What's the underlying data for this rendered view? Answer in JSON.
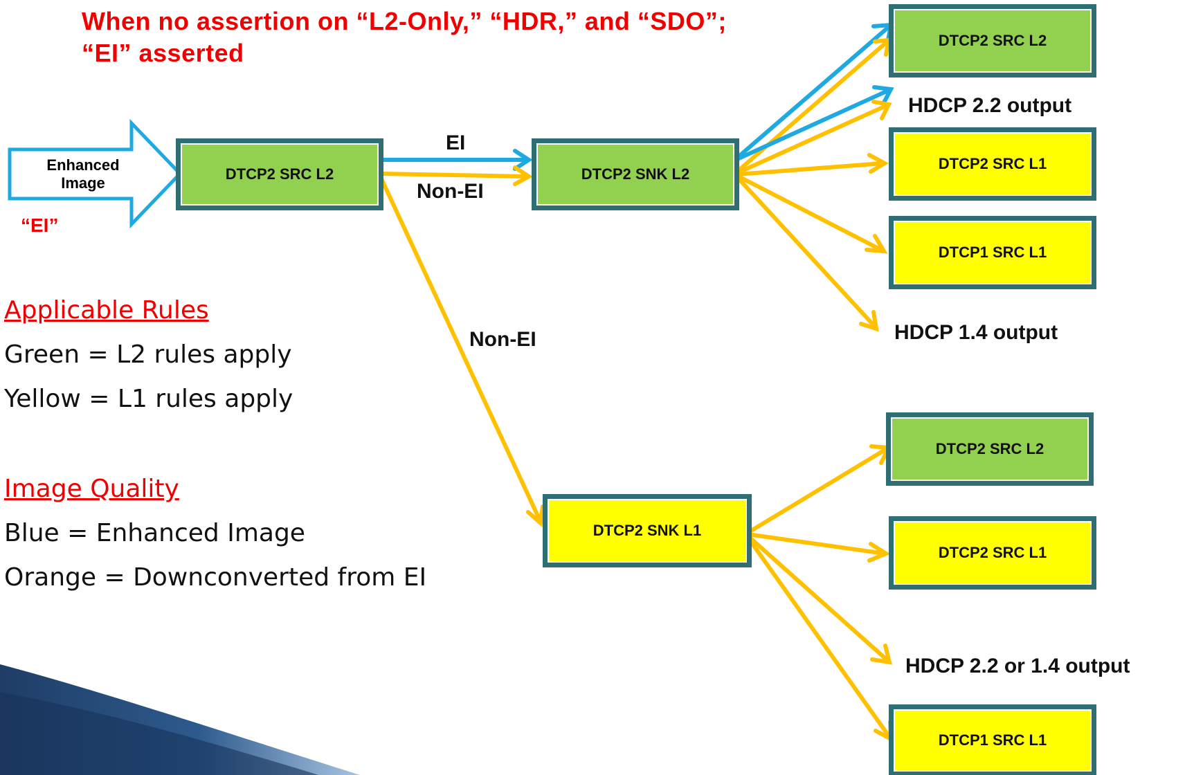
{
  "title": "When no assertion on “L2-Only,” “HDR,” and “SDO”; “EI” asserted",
  "input_arrow": {
    "label": "Enhanced Image",
    "tag": "“EI”"
  },
  "boxes": {
    "src_l2_main": "DTCP2 SRC L2",
    "snk_l2": "DTCP2 SNK L2",
    "snk_l1": "DTCP2 SNK L1",
    "out1_src_l2": "DTCP2 SRC L2",
    "out1_src_l1": "DTCP2  SRC L1",
    "out1_dtcp1": "DTCP1 SRC L1",
    "out2_src_l2": "DTCP2 SRC L2",
    "out2_src_l1": "DTCP2  SRC L1",
    "out2_dtcp1": "DTCP1  SRC L1"
  },
  "edge_labels": {
    "ei": "EI",
    "non_ei_top": "Non-EI",
    "non_ei_diag": "Non-EI",
    "hdcp22": "HDCP 2.2 output",
    "hdcp14": "HDCP 1.4 output",
    "hdcp22_or_14": "HDCP 2.2 or 1.4 output"
  },
  "legend": {
    "rules_heading": "Applicable Rules",
    "rule_green": "Green = L2 rules apply",
    "rule_yellow": "Yellow = L1 rules apply",
    "quality_heading": "Image Quality",
    "quality_blue": "Blue  = Enhanced Image",
    "quality_orange": "Orange = Downconverted from EI"
  },
  "colors": {
    "title": "#f00000",
    "blue_arrow": "#1eaae0",
    "orange_arrow": "#ffc000",
    "green_box": "#92d050",
    "yellow_box": "#ffff00",
    "box_border": "#2f6f73"
  }
}
